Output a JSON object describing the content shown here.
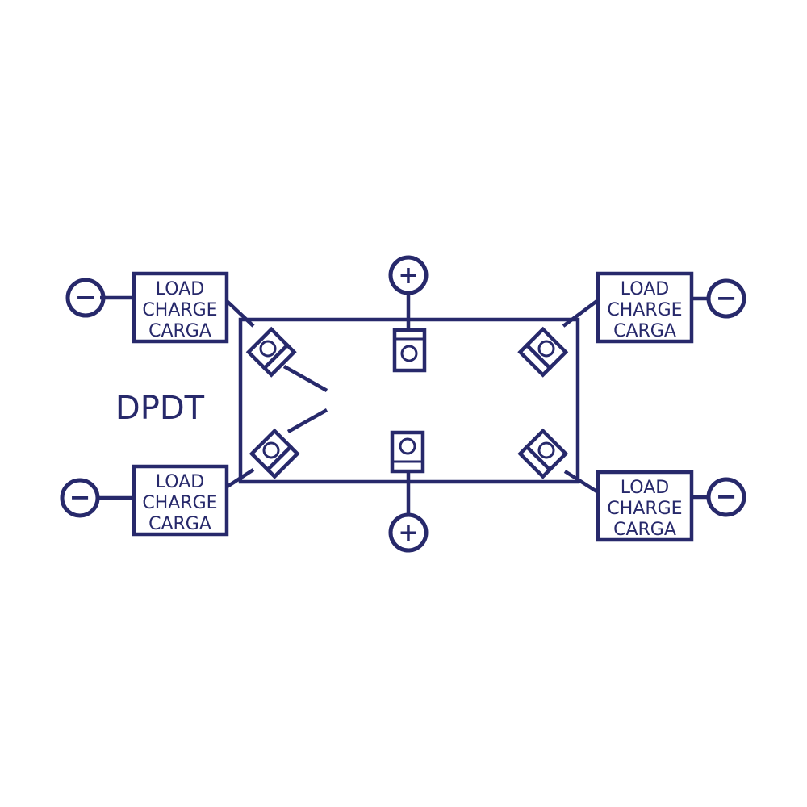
{
  "title": "DPDT",
  "load_lines": [
    "LOAD",
    "CHARGE",
    "CARGA"
  ],
  "positive_symbol": "+",
  "negative_symbol": "−",
  "colors": {
    "ink": "#27296b",
    "background": "#ffffff"
  }
}
